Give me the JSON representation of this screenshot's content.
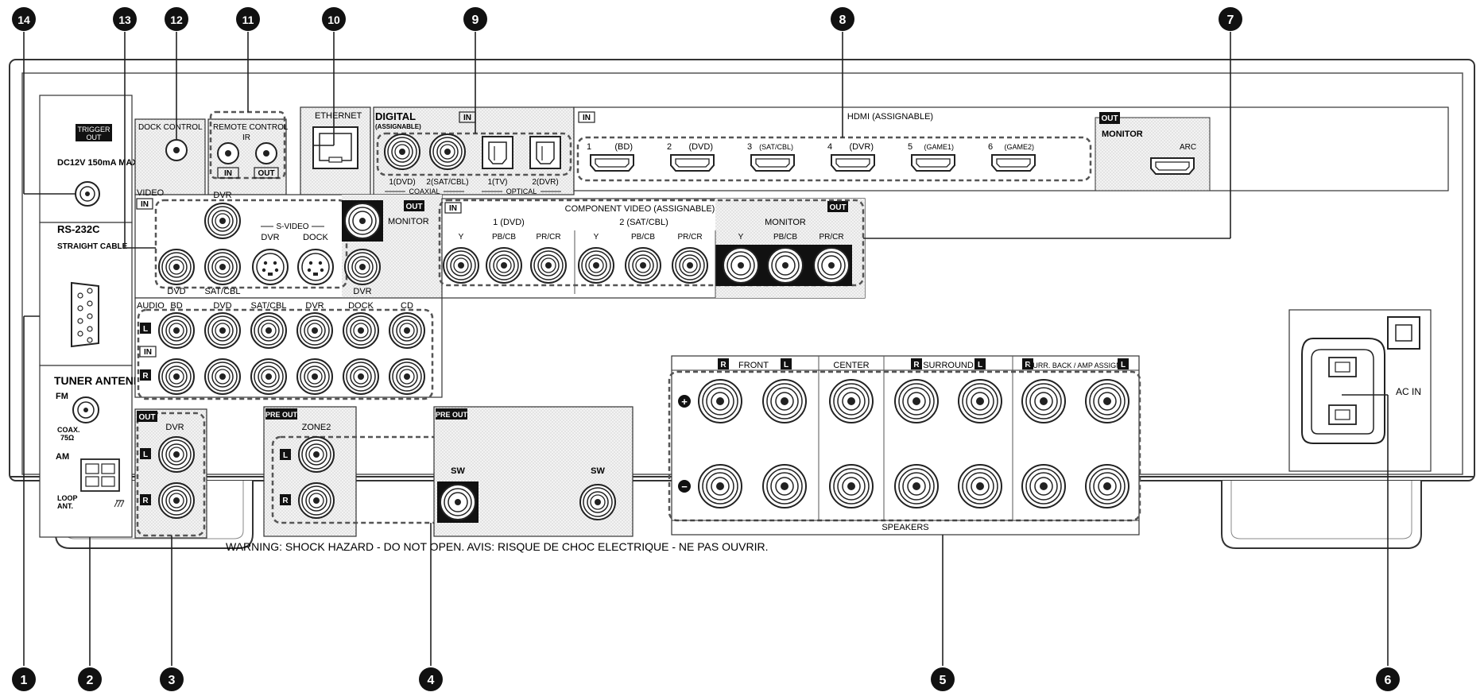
{
  "callouts": [
    "1",
    "2",
    "3",
    "4",
    "5",
    "6",
    "7",
    "8",
    "9",
    "10",
    "11",
    "12",
    "13",
    "14"
  ],
  "trigger": {
    "tag1": "TRIGGER",
    "tag2": "OUT",
    "spec": "DC12V 150mA MAX."
  },
  "rs232": {
    "title": "RS-232C",
    "sub": "STRAIGHT CABLE"
  },
  "tuner": {
    "title": "TUNER ANTENNA",
    "fm": "FM",
    "coax1": "COAX.",
    "coax2": "75Ω",
    "am": "AM",
    "loop1": "LOOP",
    "loop2": "ANT."
  },
  "dock": {
    "label": "DOCK CONTROL"
  },
  "remote": {
    "label": "REMOTE CONTROL",
    "ir": "IR",
    "in": "IN",
    "out": "OUT"
  },
  "ethernet": {
    "label": "ETHERNET"
  },
  "digital": {
    "title": "DIGITAL",
    "sub": "(ASSIGNABLE)",
    "in": "IN",
    "j1": "1(DVD)",
    "j2": "2(SAT/CBL)",
    "j3": "1(TV)",
    "j4": "2(DVR)",
    "coaxial": "COAXIAL",
    "optical": "OPTICAL"
  },
  "hdmi": {
    "in": "IN",
    "title": "HDMI (ASSIGNABLE)",
    "out": "OUT",
    "monitor": "MONITOR",
    "arc": "ARC",
    "ports": [
      {
        "n": "1",
        "name": "(BD)"
      },
      {
        "n": "2",
        "name": "(DVD)"
      },
      {
        "n": "3",
        "name": "(SAT/CBL)"
      },
      {
        "n": "4",
        "name": "(DVR)"
      },
      {
        "n": "5",
        "name": "(GAME1)"
      },
      {
        "n": "6",
        "name": "(GAME2)"
      }
    ]
  },
  "video": {
    "title": "VIDEO",
    "in": "IN",
    "dvr": "DVR",
    "svideo": "S-VIDEO",
    "s_dvr": "DVR",
    "s_dock": "DOCK",
    "dvd": "DVD",
    "satcbl": "SAT/CBL",
    "out_dvr": "DVR",
    "out": "OUT",
    "monitor": "MONITOR"
  },
  "component": {
    "in": "IN",
    "title": "COMPONENT VIDEO (ASSIGNABLE)",
    "out": "OUT",
    "g1": "1 (DVD)",
    "g2": "2 (SAT/CBL)",
    "monitor": "MONITOR",
    "y": "Y",
    "pb": "PB/CB",
    "pr": "PR/CR"
  },
  "audio": {
    "title": "AUDIO",
    "cols": [
      "BD",
      "DVD",
      "SAT/CBL",
      "DVR",
      "DOCK",
      "CD"
    ],
    "L": "L",
    "R": "R",
    "in": "IN",
    "out": "OUT",
    "out_dvr": "DVR"
  },
  "zone2": {
    "preout": "PRE OUT",
    "title": "ZONE2",
    "L": "L",
    "R": "R"
  },
  "sw": {
    "preout": "PRE OUT",
    "sw1": "SW",
    "sw2": "SW"
  },
  "speakers": {
    "front": "FRONT",
    "center": "CENTER",
    "surround": "SURROUND",
    "sback": "SURR. BACK / AMP ASSIGN",
    "R": "R",
    "L": "L",
    "plus": "+",
    "minus": "−",
    "title": "SPEAKERS"
  },
  "acin": {
    "label": "AC IN"
  },
  "warning": "WARNING: SHOCK HAZARD - DO NOT OPEN.  AVIS: RISQUE DE CHOC ELECTRIQUE - NE PAS OUVRIR."
}
